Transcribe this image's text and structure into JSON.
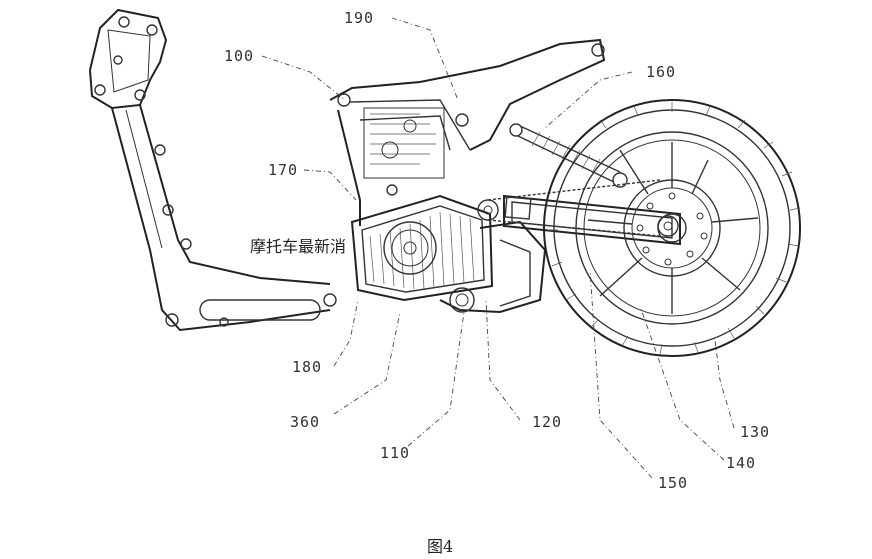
{
  "figure": {
    "caption": "图4",
    "watermark": "摩托车最新消"
  },
  "labels": {
    "l100": "100",
    "l190": "190",
    "l160": "160",
    "l170": "170",
    "l180": "180",
    "l360": "360",
    "l110": "110",
    "l120": "120",
    "l150": "150",
    "l140": "140",
    "l130": "130"
  }
}
